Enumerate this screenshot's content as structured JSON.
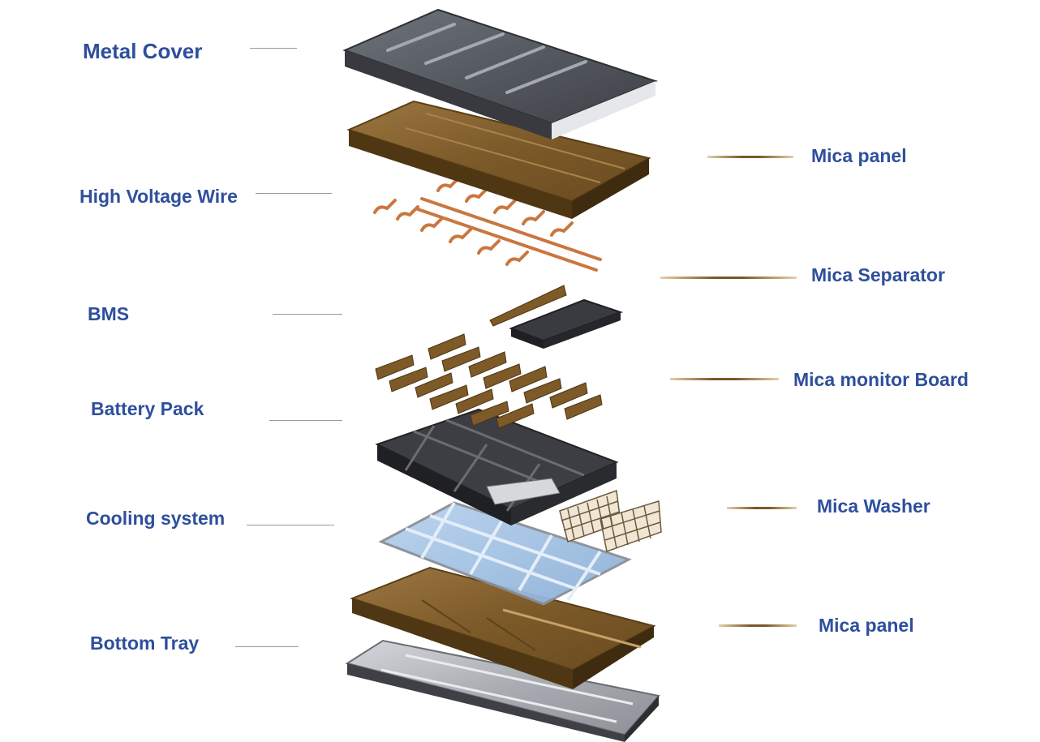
{
  "diagram": {
    "labels_left": [
      {
        "key": "metal_cover",
        "text": "Metal Cover"
      },
      {
        "key": "high_voltage_wire",
        "text": "High Voltage Wire"
      },
      {
        "key": "bms",
        "text": "BMS"
      },
      {
        "key": "battery_pack",
        "text": "Battery Pack"
      },
      {
        "key": "cooling_system",
        "text": "Cooling system"
      },
      {
        "key": "bottom_tray",
        "text": "Bottom Tray"
      }
    ],
    "labels_right": [
      {
        "key": "mica_panel_top",
        "text": "Mica panel"
      },
      {
        "key": "mica_separator",
        "text": "Mica Separator"
      },
      {
        "key": "mica_monitor_board",
        "text": "Mica monitor Board"
      },
      {
        "key": "mica_washer",
        "text": "Mica Washer"
      },
      {
        "key": "mica_panel_bottom",
        "text": "Mica panel"
      }
    ],
    "colors": {
      "label_text": "#2e4f9c",
      "metal": "#5b5f66",
      "mica": "#8a6630",
      "copper": "#c9773f",
      "cell": "#3a3b3f",
      "cooling": "#9fc0e2",
      "tray": "#b9bcc2"
    }
  }
}
